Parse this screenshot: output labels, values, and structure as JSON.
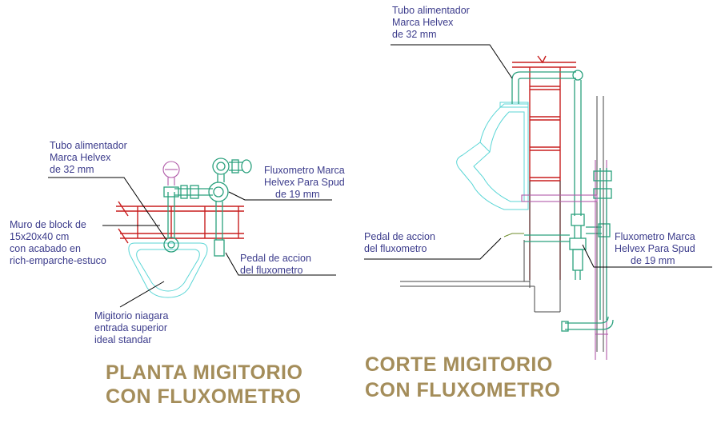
{
  "plan": {
    "title_line1": "PLANTA MIGITORIO",
    "title_line2": "CON FLUXOMETRO",
    "tubo_lines": [
      "Tubo alimentador",
      "Marca  Helvex",
      "de 32 mm"
    ],
    "muro_lines": [
      "Muro de block de",
      "15x20x40 cm",
      "con acabado en",
      "rich-emparche-estuco"
    ],
    "fluxometro_lines": [
      "Fluxometro Marca",
      "Helvex Para  Spud",
      "de 19 mm"
    ],
    "pedal_lines": [
      "Pedal de accion",
      "del fluxometro"
    ],
    "migitorio_lines": [
      "Migitorio niagara",
      "entrada superior",
      "ideal standar"
    ]
  },
  "section": {
    "title_line1": "CORTE MIGITORIO",
    "title_line2": "CON FLUXOMETRO",
    "tubo_lines": [
      "Tubo alimentador",
      "Marca  Helvex",
      "de 32 mm"
    ],
    "pedal_lines": [
      "Pedal de accion",
      "del fluxometro"
    ],
    "fluxometro_lines": [
      "Fluxometro Marca",
      "Helvex Para  Spud",
      "de 19 mm"
    ]
  },
  "colors": {
    "label_text": "#3c3c8c",
    "title_text": "#a48d5a",
    "wall": "#c81e1e",
    "pipe": "#2aa07d",
    "fixture": "#5bd6d6",
    "drain": "#b05aa8"
  }
}
